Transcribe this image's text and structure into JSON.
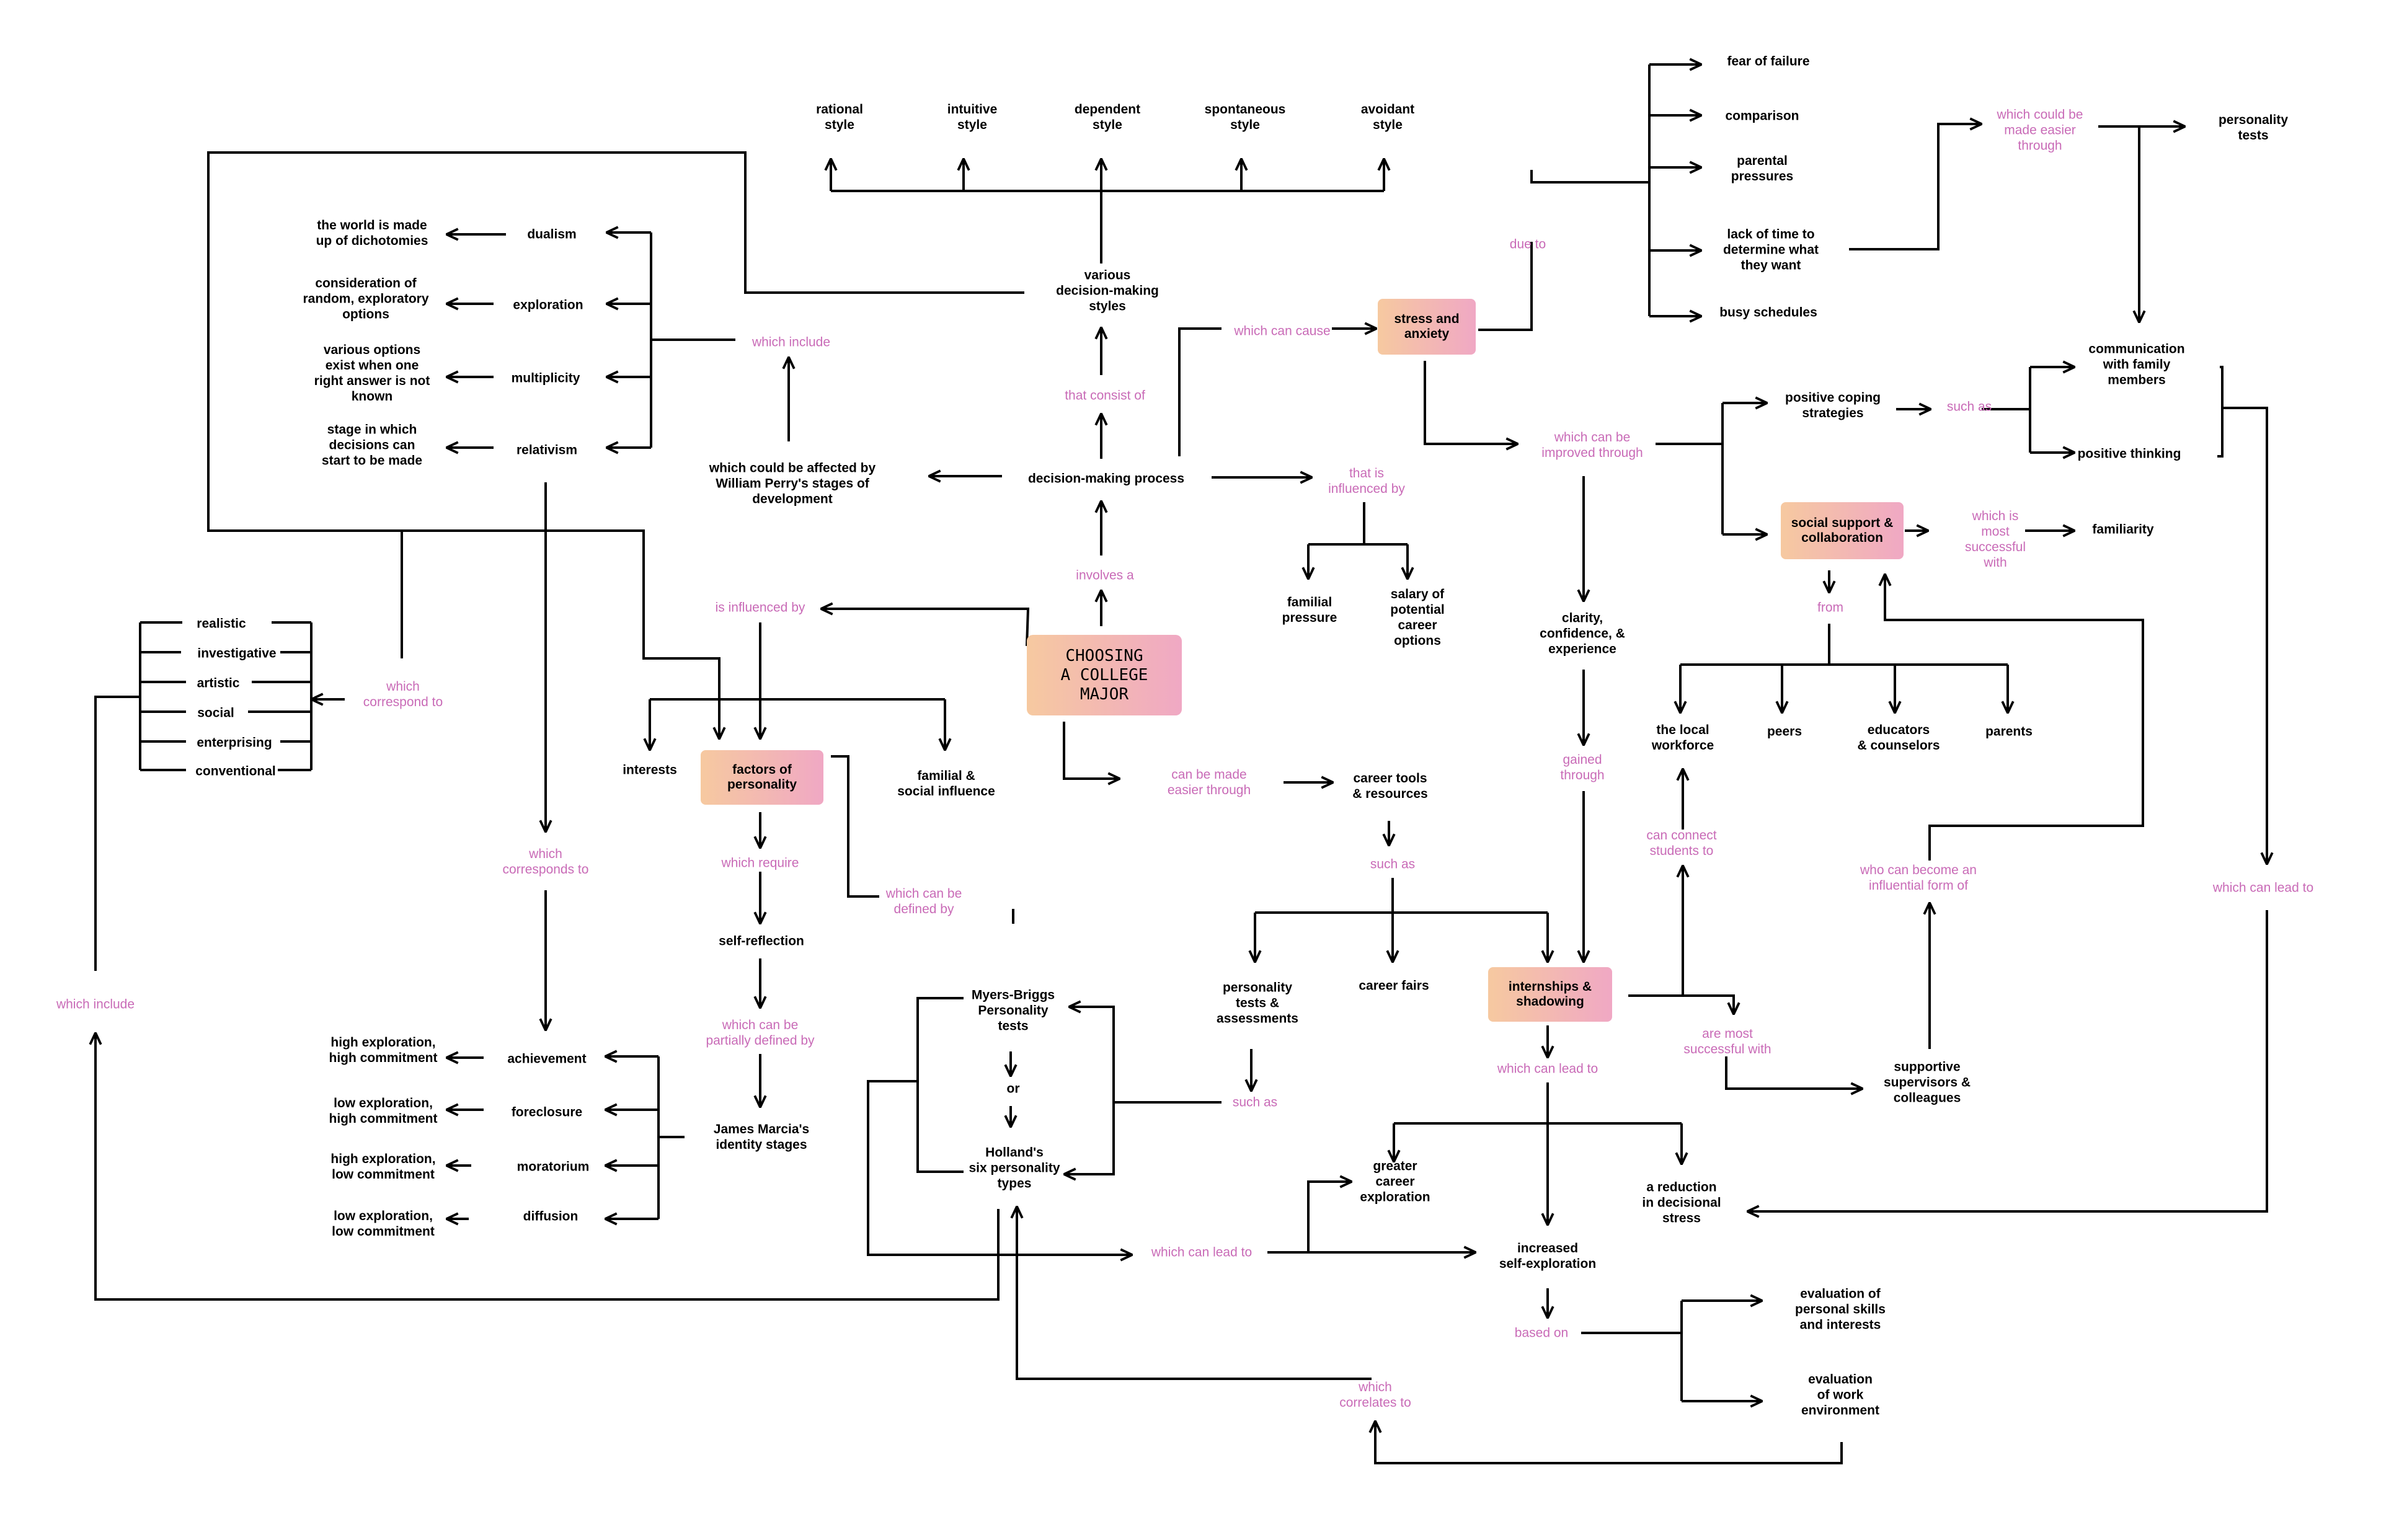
{
  "root": "CHOOSING\nA COLLEGE\nMAJOR",
  "key_concepts": {
    "stress": "stress and\nanxiety",
    "personality": "factors of\npersonality",
    "social_support": "social support &\ncollaboration",
    "internships": "internships &\nshadowing"
  },
  "decision_styles": {
    "rational": "rational\nstyle",
    "intuitive": "intuitive\nstyle",
    "dependent": "dependent\nstyle",
    "spontaneous": "spontaneous\nstyle",
    "avoidant": "avoidant\nstyle",
    "various": "various\ndecision-making\nstyles"
  },
  "perry": {
    "dualism": "dualism",
    "dualism_desc": "the world is made\nup of dichotomies",
    "exploration": "exploration",
    "exploration_desc": "consideration of\nrandom, exploratory\noptions",
    "multiplicity": "multiplicity",
    "multiplicity_desc": "various options\nexist when one\nright answer is not\nknown",
    "relativism": "relativism",
    "relativism_desc": "stage in which\ndecisions can\nstart to be made",
    "affected_by": "which could be affected by\nWilliam Perry's stages of\ndevelopment"
  },
  "holland_codes": [
    "realistic",
    "investigative",
    "artistic",
    "social",
    "enterprising",
    "conventional"
  ],
  "process": {
    "decision_making": "decision-making process",
    "familial_pressure": "familial\npressure",
    "salary": "salary of\npotential\ncareer\noptions"
  },
  "stressors": {
    "fear": "fear of failure",
    "comparison": "comparison",
    "parental": "parental\npressures",
    "lack_time": "lack of time to\ndetermine what\nthey want",
    "busy": "busy schedules",
    "personality_tests": "personality\ntests"
  },
  "coping": {
    "positive_coping": "positive coping\nstrategies",
    "communication": "communication\nwith family\nmembers",
    "positive_thinking": "positive thinking",
    "familiarity": "familiarity",
    "clarity": "clarity,\nconfidence, &\nexperience"
  },
  "support_sources": {
    "local_workforce": "the local\nworkforce",
    "peers": "peers",
    "educators": "educators\n& counselors",
    "parents": "parents",
    "supervisors": "supportive\nsupervisors &\ncolleagues"
  },
  "personality_items": {
    "interests": "interests",
    "familial_social": "familial &\nsocial influence",
    "self_reflection": "self-reflection",
    "marcia": "James Marcia's\nidentity stages",
    "myers_briggs": "Myers-Briggs\nPersonality\ntests",
    "or": "or",
    "holland": "Holland's\nsix personality\ntypes"
  },
  "marcia_stages": {
    "achievement": "achievement",
    "achievement_desc": "high exploration,\nhigh commitment",
    "foreclosure": "foreclosure",
    "foreclosure_desc": "low exploration,\nhigh commitment",
    "moratorium": "moratorium",
    "moratorium_desc": "high exploration,\nlow commitment",
    "diffusion": "diffusion",
    "diffusion_desc": "low exploration,\nlow commitment"
  },
  "resources": {
    "career_tools": "career tools\n& resources",
    "tests_assessments": "personality\ntests &\nassessments",
    "career_fairs": "career fairs"
  },
  "outcomes": {
    "greater_exploration": "greater\ncareer\nexploration",
    "reduction_stress": "a reduction\nin decisional\nstress",
    "increased_exploration": "increased\nself-exploration",
    "eval_skills": "evaluation of\npersonal skills\nand interests",
    "eval_environment": "evaluation\nof work\nenvironment"
  },
  "links": {
    "which_include_1": "which include",
    "that_consist_of": "that consist of",
    "which_can_cause": "which can cause",
    "due_to": "due to",
    "could_be_easier": "which could be\nmade easier\nthrough",
    "improved_through": "which can be\nimproved through",
    "such_as_1": "such as",
    "most_successful_with_1": "which is\nmost\nsuccessful\nwith",
    "from": "from",
    "influenced_by": "that is\ninfluenced by",
    "involves_a": "involves a",
    "is_influenced_by": "is influenced by",
    "correspond_to": "which\ncorrespond to",
    "corresponds_to": "which\ncorresponds to",
    "which_include_2": "which include",
    "which_require": "which require",
    "partially_defined": "which can be\npartially defined by",
    "can_be_defined": "which can be\ndefined by",
    "made_easier": "can be made\neasier through",
    "such_as_2": "such as",
    "such_as_3": "such as",
    "gained_through": "gained\nthrough",
    "can_connect": "can connect\nstudents to",
    "influential_form": "who can become an\ninfluential form of",
    "can_lead_to_1": "which can lead to",
    "can_lead_to_2": "which can lead to",
    "most_successful_with_2": "are most\nsuccessful with",
    "can_lead_to_3": "which can lead to",
    "based_on": "based on",
    "correlates_to": "which\ncorrelates to"
  }
}
